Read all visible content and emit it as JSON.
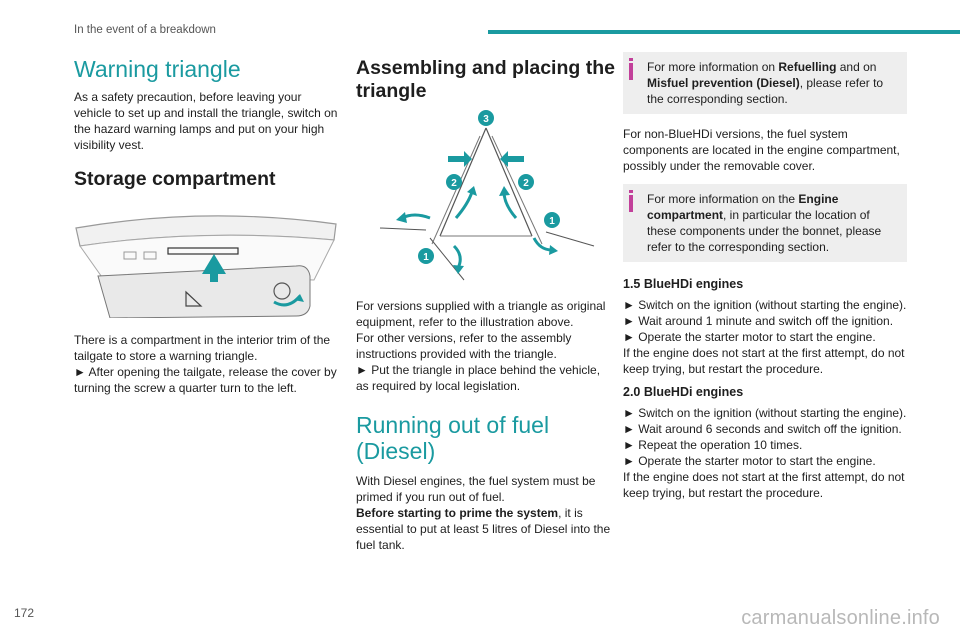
{
  "header": {
    "section_title": "In the event of a breakdown"
  },
  "page_number": "172",
  "watermark": "carmanualsonline.info",
  "col1": {
    "warning_title": "Warning triangle",
    "warning_text": "As a safety precaution, before leaving your vehicle to set up and install the triangle, switch on the hazard warning lamps and put on your high visibility vest.",
    "storage_title": "Storage compartment",
    "storage_p1": "There is a compartment in the interior trim of the tailgate to store a warning triangle.",
    "storage_p2": "► After opening the tailgate, release the cover by turning the screw a quarter turn to the left."
  },
  "col2": {
    "assembling_title": "Assembling and placing the triangle",
    "assembling_p1": "For versions supplied with a triangle as original equipment, refer to the illustration above.",
    "assembling_p2": "For other versions, refer to the assembly instructions provided with the triangle.",
    "assembling_p3": "► Put the triangle in place behind the vehicle, as required by local legislation.",
    "fuel_title": "Running out of fuel (Diesel)",
    "fuel_p1": "With Diesel engines, the fuel system must be primed if you run out of fuel.",
    "fuel_p2_bold": "Before starting to prime the system",
    "fuel_p2_rest": ", it is essential to put at least 5 litres of Diesel into the fuel tank.",
    "callouts": [
      "1",
      "1",
      "2",
      "2",
      "3"
    ]
  },
  "col3": {
    "info1_a": "For more information on ",
    "info1_b": "Refuelling",
    "info1_c": " and on ",
    "info1_d": "Misfuel prevention (Diesel)",
    "info1_e": ", please refer to the corresponding section.",
    "nonblue_text": "For non-BlueHDi versions, the fuel system components are located in the engine compartment, possibly under the removable cover.",
    "info2_a": "For more information on the ",
    "info2_b": "Engine compartment",
    "info2_c": ", in particular the location of these components under the bonnet, please refer to the corresponding section.",
    "engine15_title": "1.5 BlueHDi engines",
    "engine15_steps": [
      "► Switch on the ignition (without starting the engine).",
      "► Wait around 1 minute and switch off the ignition.",
      "► Operate the starter motor to start the engine."
    ],
    "engine15_note": "If the engine does not start at the first attempt, do not keep trying, but restart the procedure.",
    "engine20_title": "2.0 BlueHDi engines",
    "engine20_steps": [
      "► Switch on the ignition (without starting the engine).",
      "► Wait around 6 seconds and switch off the ignition.",
      "► Repeat the operation 10 times.",
      "► Operate the starter motor to start the engine."
    ],
    "engine20_note": "If the engine does not start at the first attempt, do not keep trying, but restart the procedure."
  },
  "colors": {
    "accent": "#1a9aa0",
    "info_marker": "#c2409a",
    "info_bg": "#eeeeee"
  }
}
